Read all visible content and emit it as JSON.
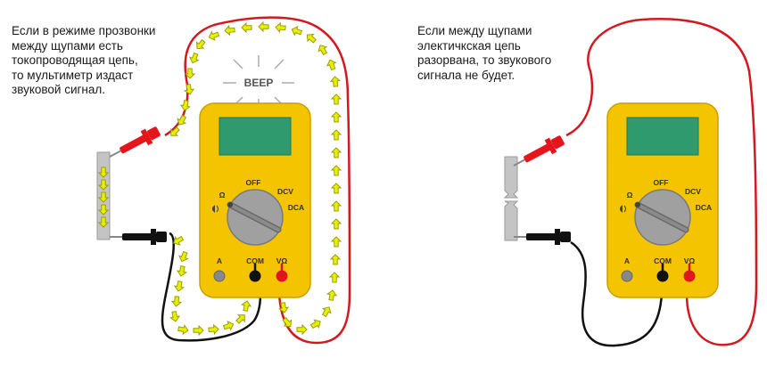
{
  "left_panel": {
    "caption": "Если в режиме прозвонки\nмежду щупами есть\nтокопроводящая цепь,\nто мультиметр издаст\nзвуковой сигнал.",
    "beep_text": "BEEP",
    "circuit_state": "closed",
    "meter": {
      "labels": {
        "ohm": "Ω",
        "off": "OFF",
        "dcv": "DCV",
        "dca": "DCA",
        "a": "A",
        "com": "COM",
        "vohm": "VΩ"
      }
    }
  },
  "right_panel": {
    "caption": "Если между щупами\nэлектичкская цепь\nразорвана, то звукового\nсигнала не будет.",
    "circuit_state": "open",
    "meter": {
      "labels": {
        "ohm": "Ω",
        "off": "OFF",
        "dcv": "DCV",
        "dca": "DCA",
        "a": "A",
        "com": "COM",
        "vohm": "VΩ"
      }
    }
  },
  "colors": {
    "meter_body": "#f5c400",
    "meter_border": "#c9a000",
    "display": "#2e9a6e",
    "dial": "#9e9e9e",
    "probe_red": "#e4161c",
    "probe_black": "#111111",
    "arrow_fill": "#e8f000",
    "arrow_stroke": "#9aa000",
    "conductor": "#c4c4c4"
  }
}
